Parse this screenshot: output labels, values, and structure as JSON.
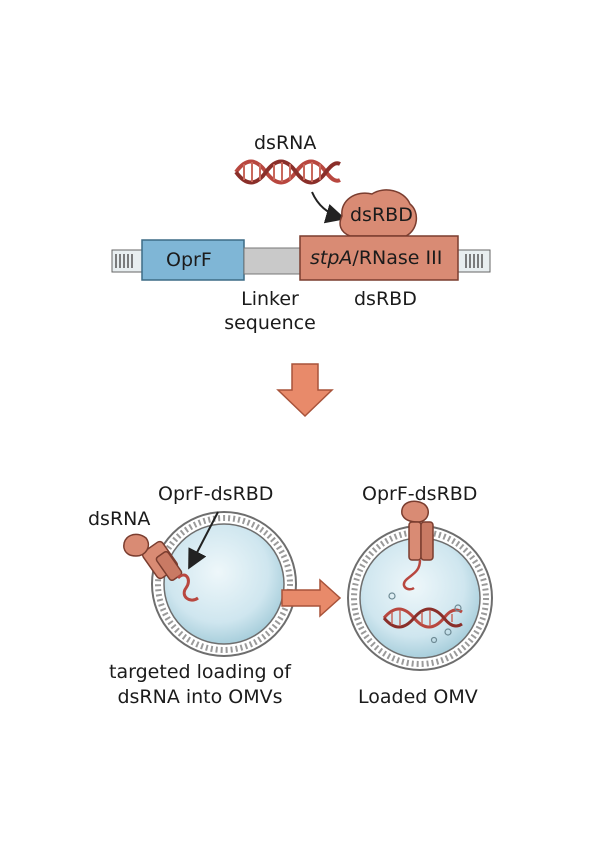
{
  "construct": {
    "dsrna_label": "dsRNA",
    "oprf_label": "OprF",
    "dsrbd_domain_label": "dsRBD",
    "stpa_italic": "stpA",
    "rnase_suffix": "/RNase III",
    "linker_label_line1": "Linker",
    "linker_label_line2": "sequence",
    "dsrbd_below_label": "dsRBD"
  },
  "loading": {
    "left_fusion_label": "OprF-dsRBD",
    "left_dsrna_label": "dsRNA",
    "left_caption_line1": "targeted loading of",
    "left_caption_line2": "dsRNA into OMVs",
    "right_fusion_label": "OprF-dsRBD",
    "right_caption": "Loaded OMV"
  },
  "colors": {
    "oprf_blue": "#7fb6d6",
    "dsrbd_salmon": "#d98b74",
    "linker_gray": "#c9c9c9",
    "arrow_orange": "#e88a6a",
    "dna_red": "#b8473f",
    "vesicle_fill": "#cfe6ef"
  }
}
